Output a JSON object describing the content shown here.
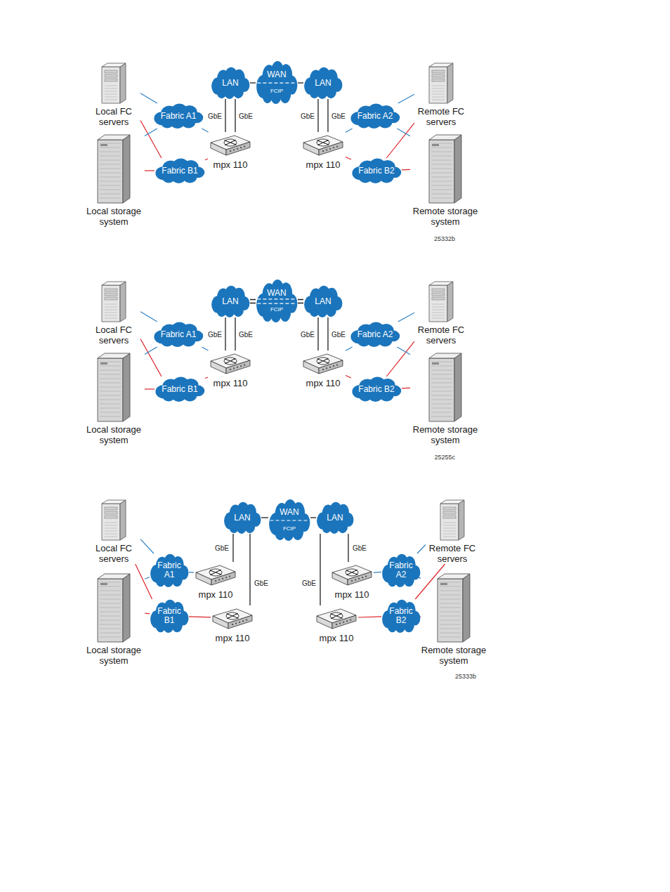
{
  "diagram": {
    "nodes": [
      {
        "text": [
          "Local FC servers"
        ]
      },
      {
        "text": [
          "Local storage system"
        ]
      },
      {
        "text": [
          "Fabric A1"
        ]
      },
      {
        "text": [
          "Fabric B1"
        ]
      },
      {
        "text": [
          "mpx 110"
        ]
      },
      {
        "text": [
          "LAN"
        ]
      },
      {
        "text": [
          "WAN",
          "FCIP"
        ]
      },
      {
        "text": [
          "LAN"
        ]
      },
      {
        "text": [
          "mpx 110"
        ]
      },
      {
        "text": [
          "Fabric A2"
        ]
      },
      {
        "text": [
          "Fabric B2"
        ]
      },
      {
        "text": [
          "Remote FC servers"
        ]
      },
      {
        "text": [
          "Remote storage system"
        ]
      },
      {
        "text": [
          "Local FC servers"
        ]
      },
      {
        "text": [
          "Local storage system"
        ]
      },
      {
        "text": [
          "Fabric A1"
        ]
      },
      {
        "text": [
          "Fabric B1"
        ]
      },
      {
        "text": [
          "mpx 110"
        ]
      },
      {
        "text": [
          "LAN"
        ]
      },
      {
        "text": [
          "WAN",
          "FCIP"
        ]
      },
      {
        "text": [
          "LAN"
        ]
      },
      {
        "text": [
          "mpx 110"
        ]
      },
      {
        "text": [
          "Fabric A2"
        ]
      },
      {
        "text": [
          "Fabric B2"
        ]
      },
      {
        "text": [
          "Remote FC servers"
        ]
      },
      {
        "text": [
          "Remote storage system"
        ]
      },
      {
        "text": [
          "Local FC servers"
        ]
      },
      {
        "text": [
          "Local storage system"
        ]
      },
      {
        "text": [
          "Fabric A1"
        ]
      },
      {
        "text": [
          "Fabric B1"
        ]
      },
      {
        "text": [
          "mpx 110"
        ]
      },
      {
        "text": [
          "mpx 110"
        ]
      },
      {
        "text": [
          "LAN"
        ]
      },
      {
        "text": [
          "WAN",
          "FCIP"
        ]
      },
      {
        "text": [
          "LAN"
        ]
      },
      {
        "text": [
          "mpx 110"
        ]
      },
      {
        "text": [
          "mpx 110"
        ]
      },
      {
        "text": [
          "Fabric A2"
        ]
      },
      {
        "text": [
          "Fabric B2"
        ]
      },
      {
        "text": [
          "Remote FC servers"
        ]
      },
      {
        "text": [
          "Remote storage system"
        ]
      }
    ],
    "edges": [
      {
        "from": 0,
        "to": 2,
        "arrow": "none"
      },
      {
        "from": 0,
        "to": 3,
        "arrow": "none"
      },
      {
        "from": 1,
        "to": 2,
        "arrow": "none"
      },
      {
        "from": 1,
        "to": 3,
        "arrow": "none"
      },
      {
        "from": 2,
        "to": 4,
        "arrow": "none"
      },
      {
        "from": 3,
        "to": 4,
        "arrow": "none"
      },
      {
        "from": 4,
        "to": 5,
        "label": "GbE",
        "arrow": "none"
      },
      {
        "from": 4,
        "to": 5,
        "label": "GbE",
        "arrow": "none"
      },
      {
        "from": 5,
        "to": 6,
        "arrow": "none"
      },
      {
        "from": 6,
        "to": 7,
        "arrow": "none"
      },
      {
        "from": 8,
        "to": 7,
        "label": "GbE",
        "arrow": "none"
      },
      {
        "from": 8,
        "to": 7,
        "label": "GbE",
        "arrow": "none"
      },
      {
        "from": 8,
        "to": 9,
        "arrow": "none"
      },
      {
        "from": 8,
        "to": 10,
        "arrow": "none"
      },
      {
        "from": 9,
        "to": 11,
        "arrow": "none"
      },
      {
        "from": 10,
        "to": 11,
        "arrow": "none"
      },
      {
        "from": 9,
        "to": 12,
        "arrow": "none"
      },
      {
        "from": 10,
        "to": 12,
        "arrow": "none"
      },
      {
        "from": 13,
        "to": 15,
        "arrow": "none"
      },
      {
        "from": 13,
        "to": 16,
        "arrow": "none"
      },
      {
        "from": 14,
        "to": 15,
        "arrow": "none"
      },
      {
        "from": 14,
        "to": 16,
        "arrow": "none"
      },
      {
        "from": 15,
        "to": 17,
        "arrow": "none"
      },
      {
        "from": 16,
        "to": 17,
        "arrow": "none"
      },
      {
        "from": 17,
        "to": 18,
        "label": "GbE",
        "arrow": "none"
      },
      {
        "from": 17,
        "to": 18,
        "label": "GbE",
        "arrow": "none"
      },
      {
        "from": 18,
        "to": 19,
        "arrow": "none"
      },
      {
        "from": 19,
        "to": 20,
        "arrow": "none"
      },
      {
        "from": 21,
        "to": 20,
        "label": "GbE",
        "arrow": "none"
      },
      {
        "from": 21,
        "to": 20,
        "label": "GbE",
        "arrow": "none"
      },
      {
        "from": 21,
        "to": 22,
        "arrow": "none"
      },
      {
        "from": 21,
        "to": 23,
        "arrow": "none"
      },
      {
        "from": 22,
        "to": 24,
        "arrow": "none"
      },
      {
        "from": 23,
        "to": 24,
        "arrow": "none"
      },
      {
        "from": 22,
        "to": 25,
        "arrow": "none"
      },
      {
        "from": 23,
        "to": 25,
        "arrow": "none"
      },
      {
        "from": 26,
        "to": 28,
        "arrow": "none"
      },
      {
        "from": 26,
        "to": 29,
        "arrow": "none"
      },
      {
        "from": 27,
        "to": 28,
        "arrow": "none"
      },
      {
        "from": 27,
        "to": 29,
        "arrow": "none"
      },
      {
        "from": 28,
        "to": 30,
        "arrow": "none"
      },
      {
        "from": 29,
        "to": 31,
        "arrow": "none"
      },
      {
        "from": 30,
        "to": 32,
        "label": "GbE",
        "arrow": "none"
      },
      {
        "from": 31,
        "to": 32,
        "label": "GbE",
        "arrow": "none"
      },
      {
        "from": 32,
        "to": 33,
        "arrow": "none"
      },
      {
        "from": 33,
        "to": 34,
        "arrow": "none"
      },
      {
        "from": 35,
        "to": 34,
        "label": "GbE",
        "arrow": "none"
      },
      {
        "from": 36,
        "to": 34,
        "label": "GbE",
        "arrow": "none"
      },
      {
        "from": 35,
        "to": 37,
        "arrow": "none"
      },
      {
        "from": 36,
        "to": 38,
        "arrow": "none"
      },
      {
        "from": 37,
        "to": 39,
        "arrow": "none"
      },
      {
        "from": 38,
        "to": 39,
        "arrow": "none"
      },
      {
        "from": 37,
        "to": 40,
        "arrow": "none"
      },
      {
        "from": 38,
        "to": 40,
        "arrow": "none"
      }
    ],
    "labels": [
      "25332b",
      "25255c",
      "25333b"
    ]
  }
}
